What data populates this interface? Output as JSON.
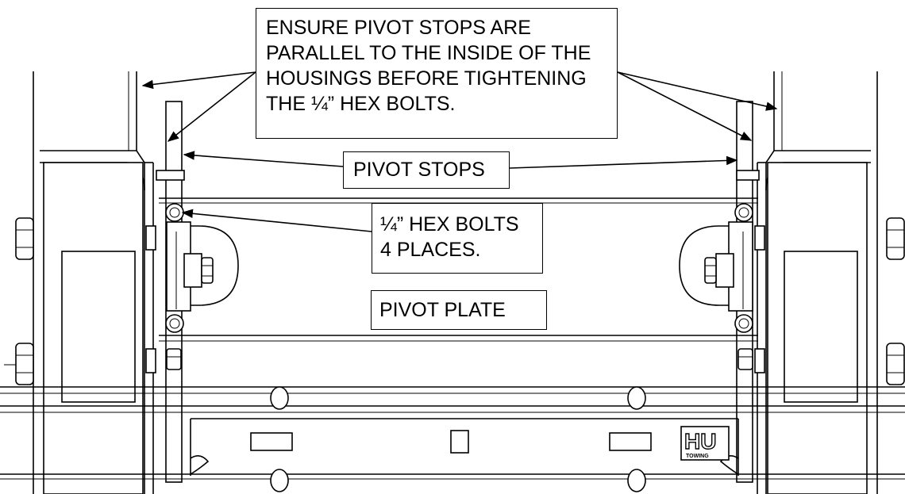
{
  "callouts": {
    "ensure": {
      "lines": [
        "ENSURE PIVOT STOPS ARE",
        "PARALLEL TO THE INSIDE OF THE",
        "HOUSINGS BEFORE TIGHTENING",
        "THE ¼” HEX BOLTS."
      ]
    },
    "pivot_stops": {
      "label": "PIVOT STOPS"
    },
    "hex_bolts": {
      "lines": [
        "¼” HEX BOLTS",
        "4 PLACES."
      ]
    },
    "pivot_plate": {
      "label": "PIVOT PLATE"
    }
  },
  "logo": {
    "text": "HU",
    "subtext": "TOWING"
  }
}
